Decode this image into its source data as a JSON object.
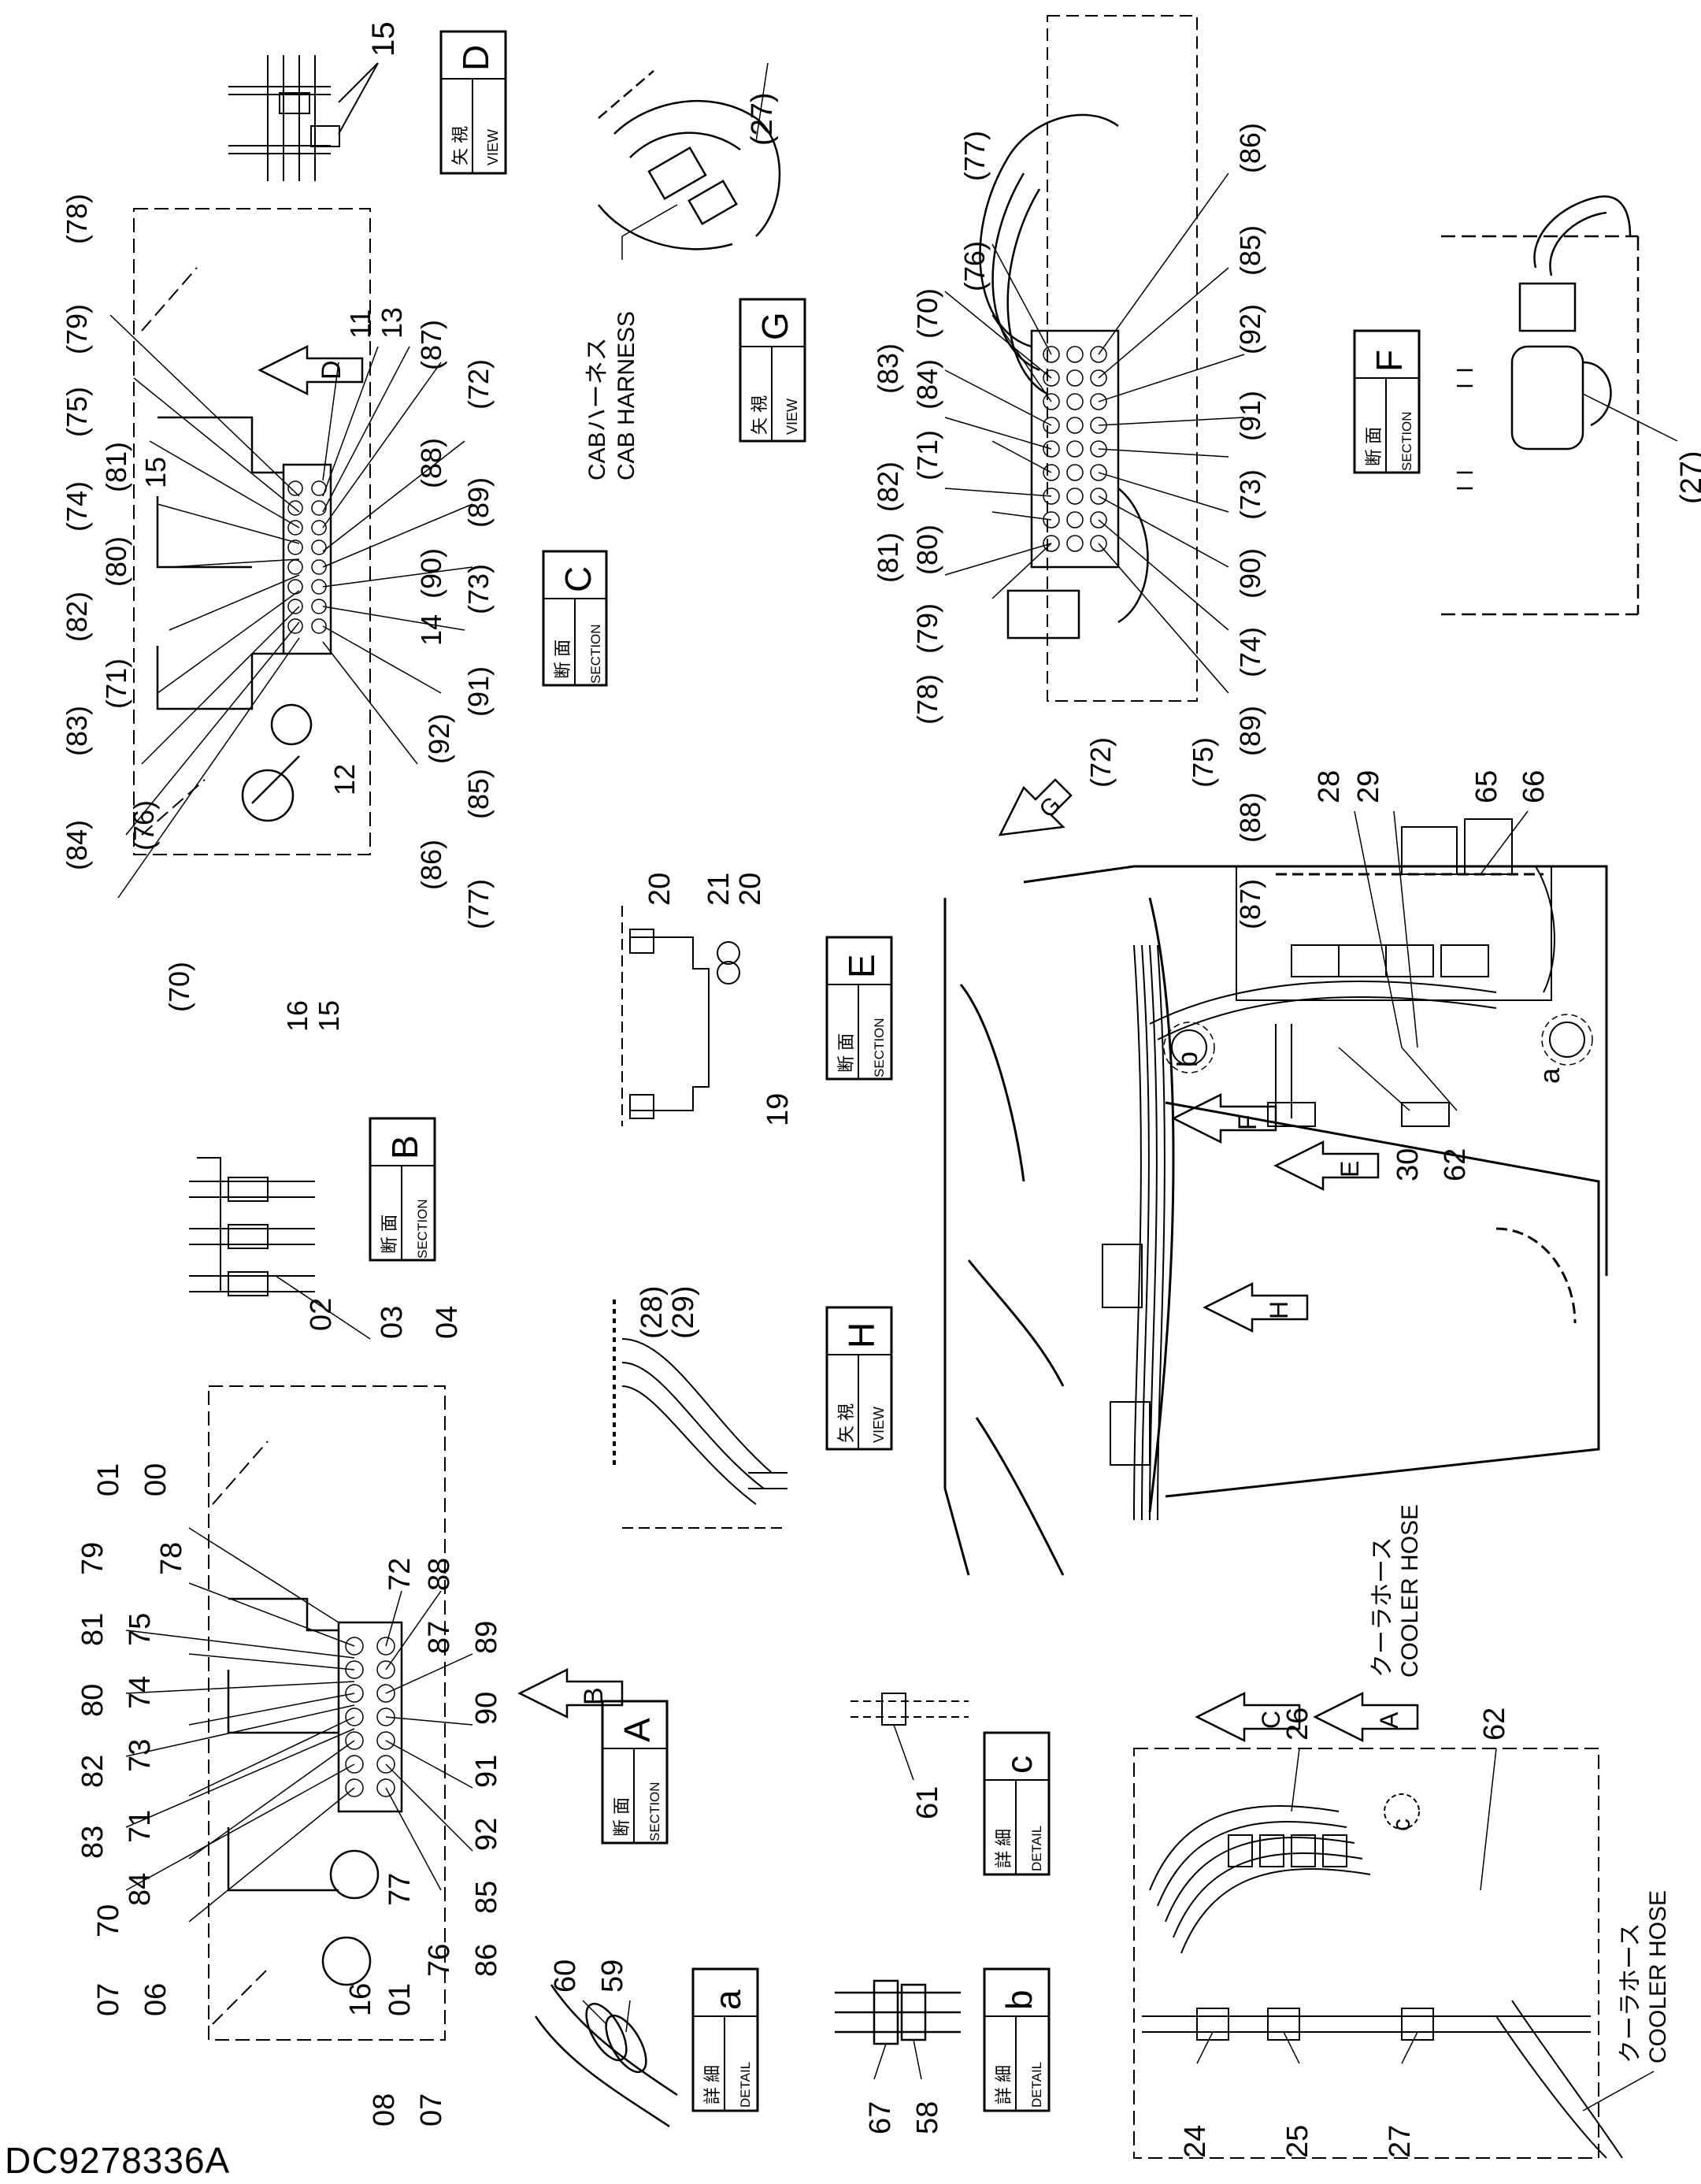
{
  "document": {
    "code": "DC9278336A"
  },
  "view_d": {
    "label_jp": "矢 視",
    "label_en": "VIEW",
    "letter": "D",
    "parts": [
      "15"
    ]
  },
  "section_c": {
    "label_jp": "断 面",
    "label_en": "SECTION",
    "letter": "C",
    "arrow": "D",
    "left_labels": [
      "(84)",
      "(70)",
      "(76)",
      "(83)",
      "(71)",
      "(82)",
      "(80)",
      "(74)",
      "(81)",
      "(75)",
      "(79)",
      "(78)"
    ],
    "right_labels": [
      "11",
      "13",
      "(87)",
      "(72)",
      "(88)",
      "(89)",
      "(90)",
      "(73)",
      "14",
      "(91)",
      "(92)",
      "(85)",
      "(77)",
      "(86)",
      "12",
      "16",
      "15",
      "15"
    ]
  },
  "view_g": {
    "label_jp": "矢 視",
    "label_en": "VIEW",
    "letter": "G",
    "harness_jp": "CABハーネス",
    "harness_en": "CAB HARNESS",
    "parts": [
      "(27)"
    ]
  },
  "detail_g_right": {
    "top_labels": [
      "(77)",
      "(76)",
      "(70)",
      "(84)",
      "(83)",
      "(71)",
      "(82)",
      "(80)",
      "(81)",
      "(79)",
      "(78)"
    ],
    "right_labels": [
      "(86)",
      "(85)",
      "(92)",
      "(91)",
      "(73)",
      "(90)",
      "(74)",
      "(89)",
      "(88)",
      "(87)",
      "(75)",
      "(72)"
    ]
  },
  "section_f": {
    "label_jp": "断 面",
    "label_en": "SECTION",
    "letter": "F",
    "parts": [
      "(27)"
    ]
  },
  "section_b": {
    "label_jp": "断 面",
    "label_en": "SECTION",
    "letter": "B",
    "parts": [
      "02",
      "03",
      "04"
    ]
  },
  "section_e": {
    "label_jp": "断 面",
    "label_en": "SECTION",
    "letter": "E",
    "parts": [
      "20",
      "21",
      "20",
      "19"
    ]
  },
  "view_h": {
    "label_jp": "矢 視",
    "label_en": "VIEW",
    "letter": "H",
    "parts": [
      "(28)",
      "(29)"
    ]
  },
  "section_a": {
    "label_jp": "断 面",
    "label_en": "SECTION",
    "letter": "A",
    "arrow": "B",
    "top_numbers": [
      "01",
      "00",
      "79",
      "78",
      "81",
      "75",
      "74",
      "80",
      "73",
      "82",
      "71",
      "83",
      "84",
      "70",
      "07",
      "06"
    ],
    "bottom_numbers": [
      "72",
      "88",
      "87",
      "89",
      "90",
      "91",
      "92",
      "85",
      "86",
      "76",
      "77",
      "16",
      "01",
      "08",
      "07"
    ]
  },
  "detail_c": {
    "label_jp": "詳 細",
    "label_en": "DETAIL",
    "letter": "c",
    "parts": [
      "61"
    ]
  },
  "detail_a": {
    "label_jp": "詳 細",
    "label_en": "DETAIL",
    "letter": "a",
    "parts": [
      "60",
      "59"
    ]
  },
  "detail_b": {
    "label_jp": "詳 細",
    "label_en": "DETAIL",
    "letter": "b",
    "parts": [
      "67",
      "58"
    ]
  },
  "main_view": {
    "arrows": [
      "G",
      "F",
      "E",
      "H",
      "C",
      "A"
    ],
    "callouts": [
      "a",
      "b",
      "c"
    ],
    "parts": [
      "65",
      "66",
      "28",
      "29",
      "30",
      "62",
      "26",
      "62",
      "24",
      "25",
      "27"
    ],
    "cooler_hose_jp": "クーラホース",
    "cooler_hose_en": "COOLER HOSE"
  }
}
